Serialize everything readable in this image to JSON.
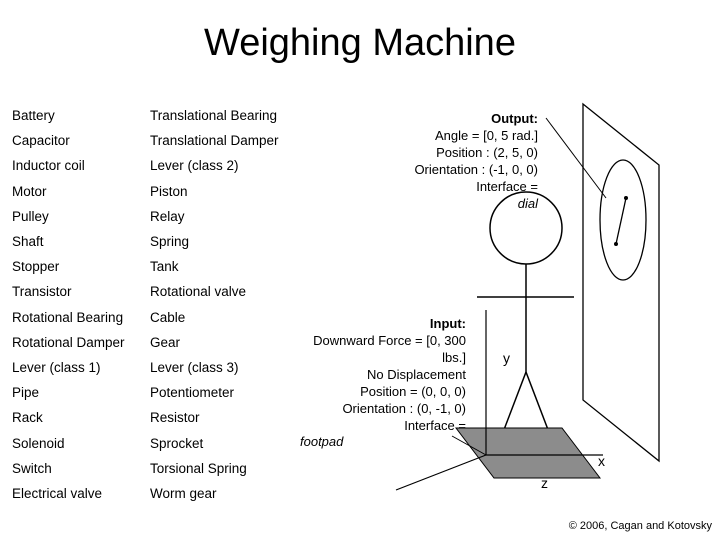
{
  "title": "Weighing Machine",
  "components": [
    [
      "Battery",
      "Translational Bearing"
    ],
    [
      "Capacitor",
      "Translational Damper"
    ],
    [
      "Inductor coil",
      "Lever (class 2)"
    ],
    [
      "Motor",
      "Piston"
    ],
    [
      "Pulley",
      "Relay"
    ],
    [
      "Shaft",
      "Spring"
    ],
    [
      "Stopper",
      "Tank"
    ],
    [
      "Transistor",
      "Rotational valve"
    ],
    [
      "Rotational Bearing",
      "Cable"
    ],
    [
      "Rotational Damper",
      "Gear"
    ],
    [
      "Lever (class 1)",
      "Lever (class 3)"
    ],
    [
      "Pipe",
      "Potentiometer"
    ],
    [
      "Rack",
      "Resistor"
    ],
    [
      "Solenoid",
      "Sprocket"
    ],
    [
      "Switch",
      "Torsional Spring"
    ],
    [
      "Electrical valve",
      "Worm gear"
    ]
  ],
  "output": {
    "heading": "Output:",
    "angle": "Angle = [0, 5 rad.]",
    "position": "Position : (2, 5, 0)",
    "orientation": "Orientation : (-1, 0, 0)",
    "interface": "Interface =",
    "interface_value": "dial"
  },
  "input": {
    "heading": "Input:",
    "force_1": "Downward Force = [0, 300",
    "force_2": "lbs.]",
    "displacement": "No Displacement",
    "position": "Position = (0, 0, 0)",
    "orientation": "Orientation : (0, -1, 0)",
    "interface": "Interface =",
    "interface_value": "footpad"
  },
  "axes": {
    "x": "x",
    "y": "y",
    "z": "z"
  },
  "copyright": "© 2006, Cagan and Kotovsky"
}
